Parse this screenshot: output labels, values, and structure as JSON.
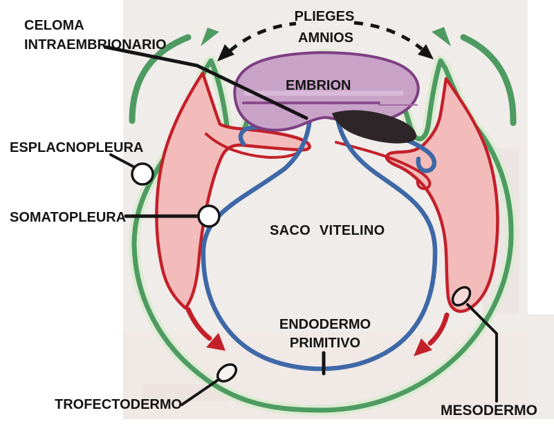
{
  "colors": {
    "page": "#FFFFFF",
    "scan_bg": "#EFECEA",
    "scan_bg_lower": "#F1E7E2",
    "artifact": "#DCC6C8",
    "ring_green": "#4E9B62",
    "halo_green": "#DCEBD2",
    "mesoderm_red": "#C3202A",
    "mesoderm_fill": "#F3BCBA",
    "yolk_blue": "#3E68A6",
    "embryo_fill": "#C9A2C8",
    "embryo_border": "#7C3F80",
    "embryo_line_dark": "#8A4A8D",
    "embryo_line_light": "#DCC0DC",
    "embryo_line_thin": "#A56BA6",
    "crescent_black": "#2E2529",
    "ink_black": "#141414",
    "marker_fill": "#FFFFFF"
  },
  "labels": {
    "celoma_line1": "CELOMA",
    "celoma_line2": "INTRAEMBRIONARIO",
    "plieges_line1": "PLIEGES",
    "plieges_line2": "AMNIOS",
    "embrion": "EMBRION",
    "esplacnopleura": "ESPLACNOPLEURA",
    "somatopleura": "SOMATOPLEURA",
    "saco_vitelino": "SACO VITELINO",
    "endodermo_line1": "ENDODERMO",
    "endodermo_line2": "PRIMITIVO",
    "trofectodermo": "TROFECTODERMO",
    "mesodermo": "MESODERMO"
  }
}
